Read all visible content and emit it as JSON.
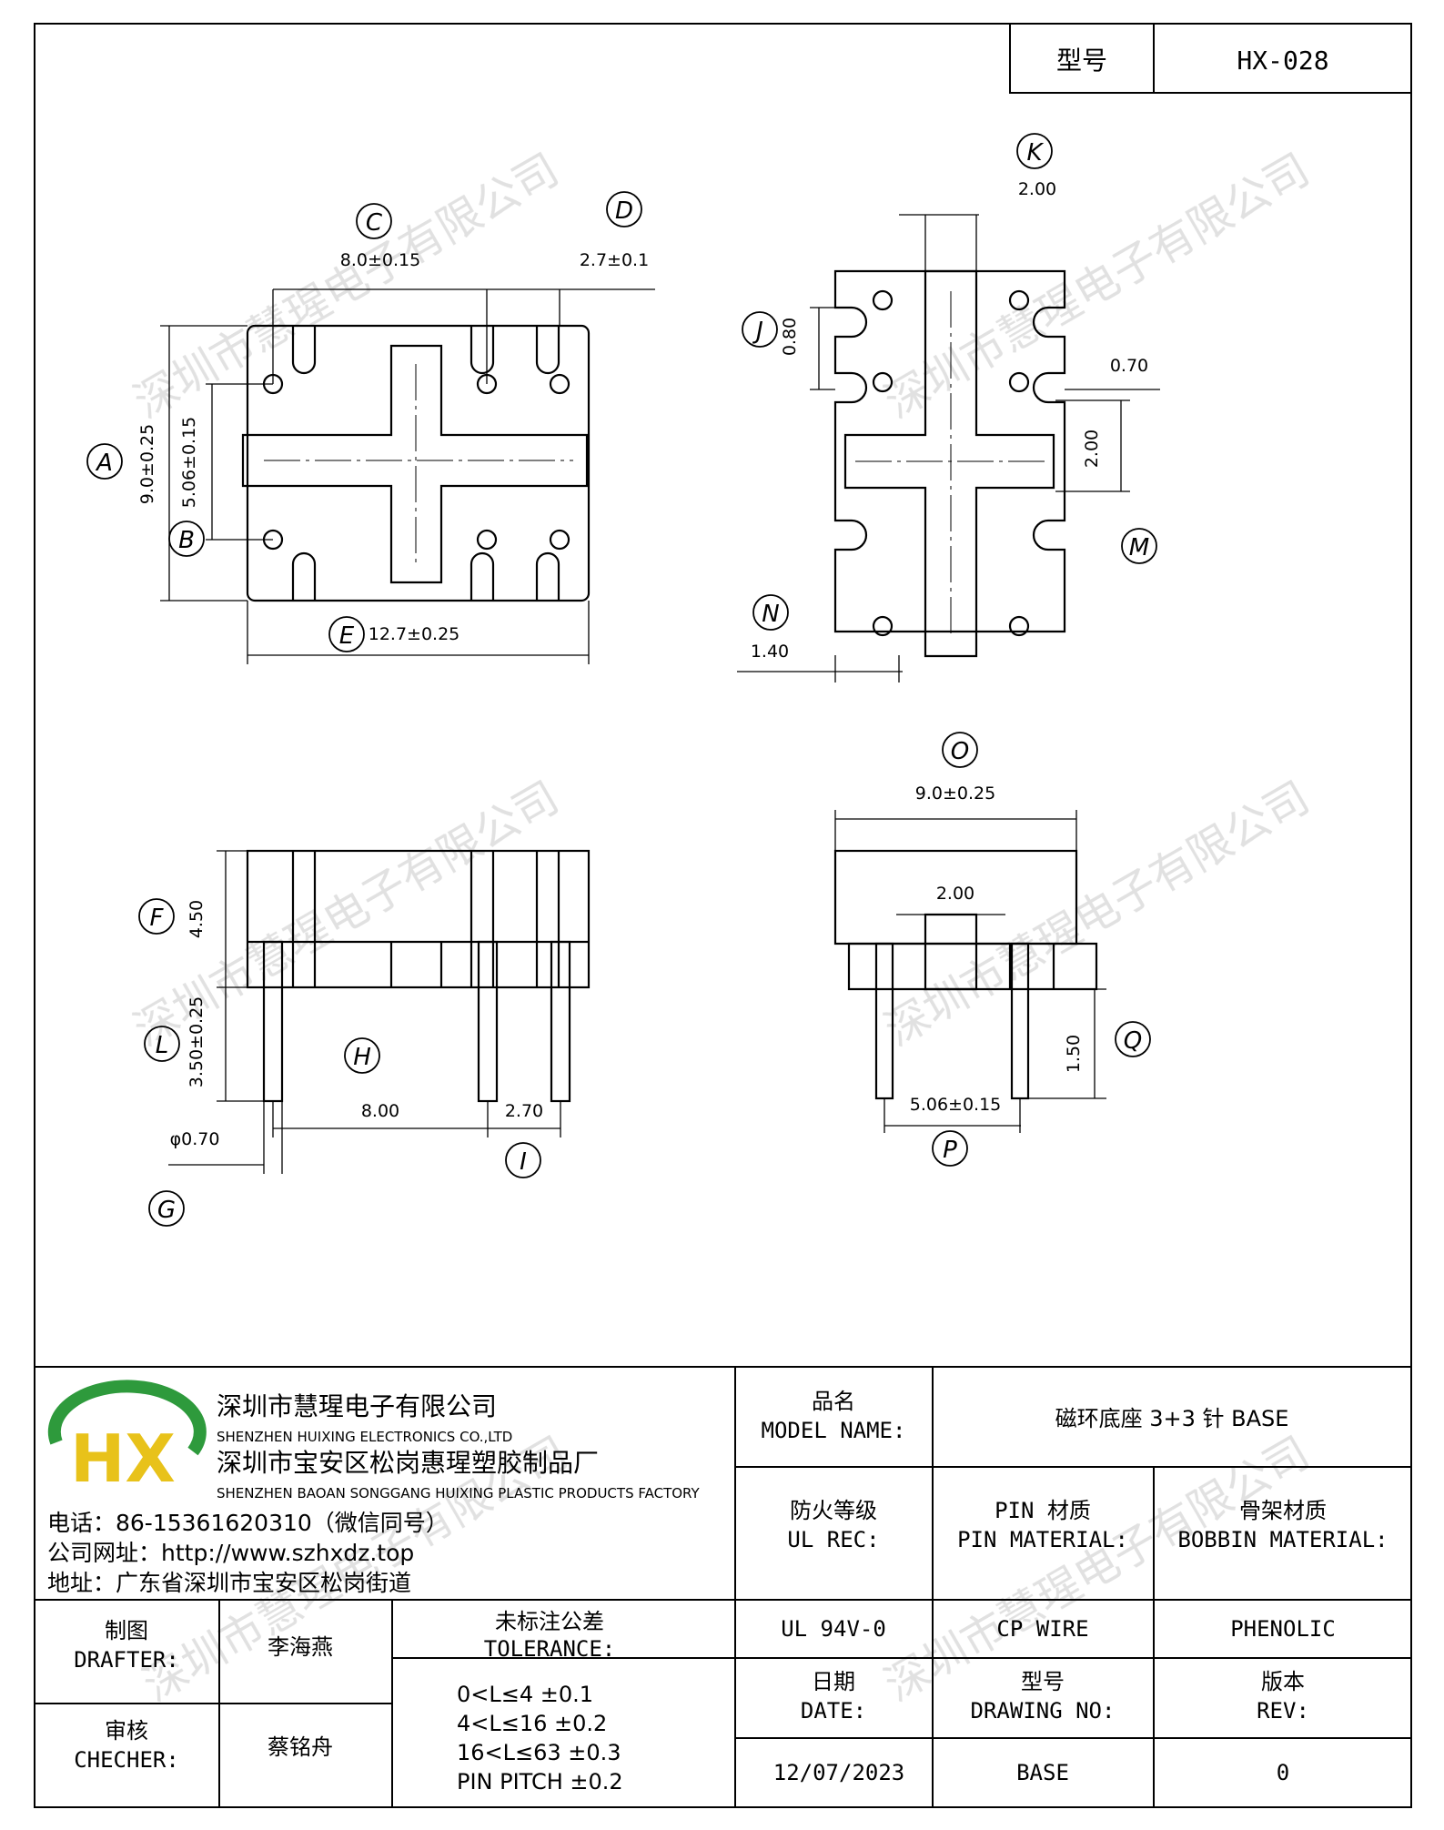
{
  "header": {
    "model_label": "型号",
    "model_value": "HX-028"
  },
  "views": {
    "top": {
      "C": {
        "letter": "C",
        "value": "8.0±0.15"
      },
      "D": {
        "letter": "D",
        "value": "2.7±0.1"
      },
      "A": {
        "letter": "A",
        "value": "9.0±0.25"
      },
      "B": {
        "letter": "B",
        "value": "5.06±0.15"
      },
      "E": {
        "letter": "E",
        "value": "12.7±0.25"
      }
    },
    "bottom": {
      "K": {
        "letter": "K",
        "value": "2.00"
      },
      "J": {
        "letter": "J",
        "value": "0.80"
      },
      "L070": {
        "value": "0.70"
      },
      "M": {
        "letter": "M",
        "value": "2.00"
      },
      "N": {
        "letter": "N",
        "value": "1.40"
      }
    },
    "front": {
      "F": {
        "letter": "F",
        "value": "4.50"
      },
      "L": {
        "letter": "L",
        "value": "3.50±0.25"
      },
      "H": {
        "letter": "H",
        "value": "8.00"
      },
      "I": {
        "letter": "I",
        "value": "2.70"
      },
      "G": {
        "letter": "G",
        "value": "φ0.70"
      }
    },
    "side": {
      "O": {
        "letter": "O",
        "value": "9.0±0.25"
      },
      "slot": {
        "value": "2.00"
      },
      "Q": {
        "letter": "Q",
        "value": "1.50"
      },
      "P": {
        "letter": "P",
        "value": "5.06±0.15"
      }
    }
  },
  "watermark": "深圳市慧瑆电子有限公司",
  "company": {
    "logo_text": "HX",
    "name_cn": "深圳市慧瑆电子有限公司",
    "name_en": "SHENZHEN HUIXING ELECTRONICS CO.,LTD",
    "factory_cn": "深圳市宝安区松岗惠瑆塑胶制品厂",
    "factory_en": "SHENZHEN BAOAN SONGGANG HUIXING PLASTIC PRODUCTS FACTORY",
    "phone": "电话：86-15361620310（微信同号）",
    "website": "公司网址：http://www.szhxdz.top",
    "address": "地址：广东省深圳市宝安区松岗街道"
  },
  "title_block": {
    "model_name_cn": "品名",
    "model_name_en": "MODEL NAME:",
    "model_name_value": "磁环底座 3+3 针 BASE",
    "fire_cn": "防火等级",
    "fire_en": "UL REC:",
    "pin_cn": "PIN 材质",
    "pin_en": "PIN MATERIAL:",
    "bobbin_cn": "骨架材质",
    "bobbin_en": "BOBBIN MATERIAL:",
    "fire_value": "UL 94V-0",
    "pin_value": "CP WIRE",
    "bobbin_value": "PHENOLIC",
    "drafter_cn": "制图",
    "drafter_en": "DRAFTER:",
    "drafter_name": "李海燕",
    "checker_cn": "审核",
    "checker_en": "CHECHER:",
    "checker_name": "蔡铭舟",
    "tolerance_cn": "未标注公差",
    "tolerance_en": "TOLERANCE:",
    "tolerance_lines": [
      "0<L≤4   ±0.1",
      "4<L≤16  ±0.2",
      "16<L≤63  ±0.3",
      "PIN PITCH  ±0.2"
    ],
    "date_cn": "日期",
    "date_en": "DATE:",
    "date_value": "12/07/2023",
    "drawing_cn": "型号",
    "drawing_en": "DRAWING NO:",
    "drawing_value": "BASE",
    "rev_cn": "版本",
    "rev_en": "REV:",
    "rev_value": "0"
  },
  "colors": {
    "line": "#000000",
    "watermark": "#c8c8c8",
    "logo_green": "#2e9a3c",
    "logo_yellow": "#e8c21a"
  }
}
